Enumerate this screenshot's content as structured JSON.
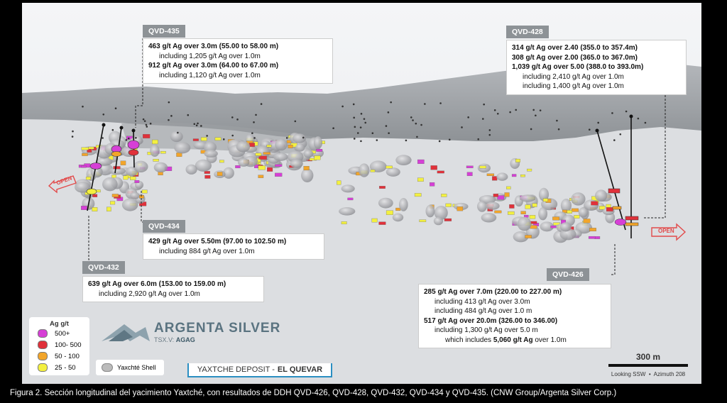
{
  "colors": {
    "grade_500_plus": "#d63fd6",
    "grade_100_500": "#e0313a",
    "grade_50_100": "#f2a52a",
    "grade_25_50": "#f3f040",
    "shell": "#b7b8bc",
    "accent_blue": "#2b8fc2",
    "open_arrow": "#e24a4a"
  },
  "labels": {
    "open_left": "OPEN",
    "open_right": "OPEN"
  },
  "holes": [
    {
      "id": "qvd435",
      "tag": "QVD-435",
      "lines": [
        {
          "text": "463 g/t Ag over 3.0m (55.00 to 58.00 m)",
          "style": "b"
        },
        {
          "text": "including 1,205 g/t Ag over 1.0m",
          "style": "ind"
        },
        {
          "text": "912 g/t Ag over 3.0m (64.00 to 67.00 m)",
          "style": "b"
        },
        {
          "text": "including 1,120 g/t Ag over 1.0m",
          "style": "ind"
        }
      ]
    },
    {
      "id": "qvd428",
      "tag": "QVD-428",
      "lines": [
        {
          "text": "314 g/t Ag over 2.40 (355.0 to 357.4m)",
          "style": "b"
        },
        {
          "text": "308 g/t Ag over 2.00 (365.0 to 367.0m)",
          "style": "b"
        },
        {
          "text": "1,039 g/t Ag over 5.00 (388.0 to 393.0m)",
          "style": "b"
        },
        {
          "text": "including 2,410 g/t Ag over 1.0m",
          "style": "ind"
        },
        {
          "text": "including 1,400 g/t Ag over 1.0m",
          "style": "ind"
        }
      ]
    },
    {
      "id": "qvd434",
      "tag": "QVD-434",
      "lines": [
        {
          "text": "429 g/t Ag over 5.50m (97.00 to 102.50 m)",
          "style": "b"
        },
        {
          "text": "including 884 g/t Ag over 1.0m",
          "style": "ind"
        }
      ]
    },
    {
      "id": "qvd432",
      "tag": "QVD-432",
      "lines": [
        {
          "text": "639 g/t Ag over 6.0m (153.00 to 159.00 m)",
          "style": "b"
        },
        {
          "text": "including 2,920 g/t Ag over 1.0m",
          "style": "ind"
        }
      ]
    },
    {
      "id": "qvd426",
      "tag": "QVD-426",
      "lines": [
        {
          "text": "285 g/t Ag over 7.0m (220.00 to 227.00 m)",
          "style": "b"
        },
        {
          "text": "including 413 g/t Ag over 3.0m",
          "style": "ind"
        },
        {
          "text": "including 484 g/t Ag over 1.0 m",
          "style": "ind"
        },
        {
          "text": "517 g/t Ag over 20.0m (326.00 to 346.00)",
          "style": "b"
        },
        {
          "text": "including 1,300 g/t Ag over 5.0 m",
          "style": "ind"
        },
        {
          "text": "which includes 5,060 g/t Ag over 1.0m",
          "style": "ind2",
          "bold_part": "5,060 g/t Ag"
        }
      ]
    }
  ],
  "legend": {
    "title": "Ag g/t",
    "items": [
      {
        "label": "500+",
        "color": "#d63fd6"
      },
      {
        "label": "100- 500",
        "color": "#e0313a"
      },
      {
        "label": "50 - 100",
        "color": "#f2a52a"
      },
      {
        "label": "25 - 50",
        "color": "#f3f040"
      }
    ],
    "shell_label": "Yaxchté Shell"
  },
  "brand": {
    "name": "ARGENTA SILVER",
    "exchange": "TSX.V:",
    "ticker": "AGAG"
  },
  "deposit": {
    "prefix": "YAXTCHE DEPOSIT -",
    "name": "EL QUEVAR"
  },
  "scale": {
    "label": "300 m",
    "looking": "Looking SSW",
    "azimuth": "Azimuth 208"
  },
  "caption": "Figura 2. Sección longitudinal del yacimiento Yaxtché, con resultados de DDH QVD-426, QVD-428, QVD-432, QVD-434 y QVD-435. (CNW Group/Argenta Silver Corp.)"
}
